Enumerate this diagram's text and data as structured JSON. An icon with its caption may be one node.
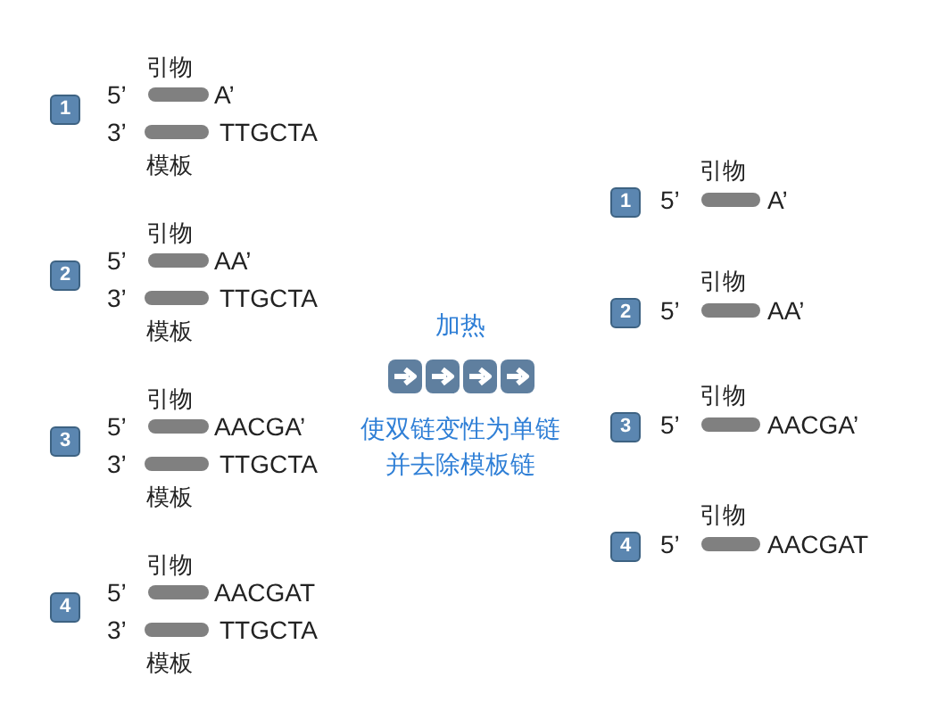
{
  "diagram": {
    "labels": [
      "1",
      "引物",
      "5’",
      "A’",
      "3’",
      "TTGCTA",
      "模板",
      "2",
      "引物",
      "5’",
      "AA’",
      "3’",
      "TTGCTA",
      "模板",
      "3",
      "引物",
      "5’",
      "AACGA’",
      "3’",
      "TTGCTA",
      "模板",
      "4",
      "引物",
      "5’",
      "AACGAT",
      "3’",
      "TTGCTA",
      "模板",
      "加热",
      "使双链变性为单链并去除模板链",
      "1",
      "引物",
      "5’",
      "A’",
      "2",
      "引物",
      "5’",
      "AA’",
      "3",
      "引物",
      "5’",
      "AACGA’",
      "4",
      "引物",
      "5’",
      "AACGAT"
    ]
  }
}
